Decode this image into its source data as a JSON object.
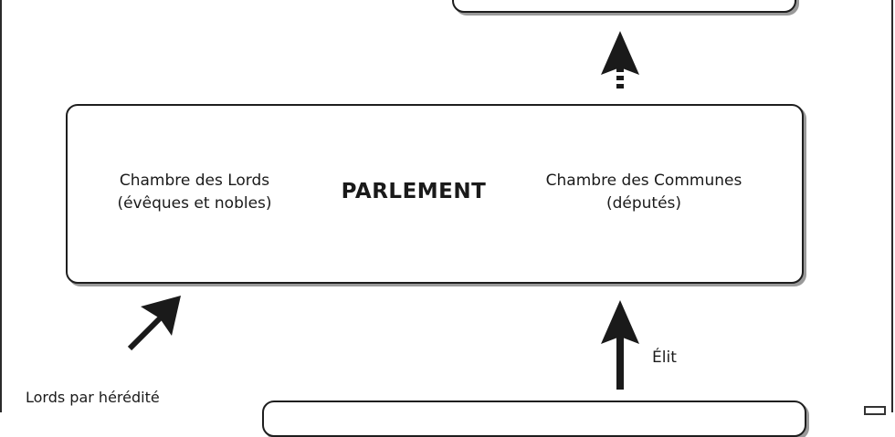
{
  "parlement": {
    "title": "PARLEMENT",
    "lords_name": "Chambre des Lords",
    "lords_members": "(évêques et nobles)",
    "communes_name": "Chambre des Communes",
    "communes_members": "(députés)"
  },
  "labels": {
    "elit": "Élit",
    "lords_heredite": "Lords par hérédité"
  },
  "icons": {
    "dashed_up_arrow": "dashed-up-arrow-icon",
    "diagonal_arrow": "diagonal-up-right-arrow-icon",
    "up_arrow": "up-arrow-icon"
  },
  "colors": {
    "stroke": "#1e1e1e",
    "shadow": "#9a9a9a",
    "background": "#ffffff"
  }
}
